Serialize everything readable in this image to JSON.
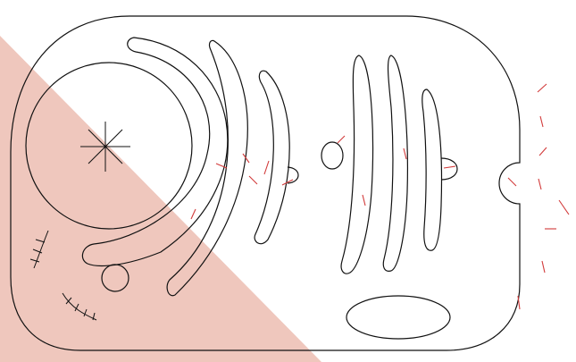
{
  "diagram": {
    "type": "animal-cell-outline",
    "labels": [],
    "colors": {
      "background": "#ffffff",
      "stroke": "#111111",
      "tick_marks": "#d23a3a",
      "shaded_triangle": "#efc7bd"
    },
    "structures": [
      "cell-membrane",
      "nucleus",
      "nucleolus",
      "centrosome",
      "golgi-cisternae",
      "endoplasmic-reticulum-cisternae",
      "vesicle",
      "vacuole",
      "microtubule-fragments",
      "membrane-notch"
    ]
  }
}
